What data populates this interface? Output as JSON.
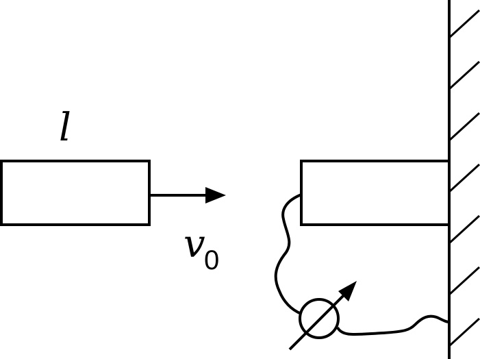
{
  "labels": {
    "length": "l",
    "velocity": "v",
    "velocity_subscript": "0"
  },
  "colors": {
    "ink": "#000000",
    "background": "#ffffff"
  },
  "icons": {
    "meter": "galvanometer-icon",
    "arrow": "arrow-right-icon"
  }
}
